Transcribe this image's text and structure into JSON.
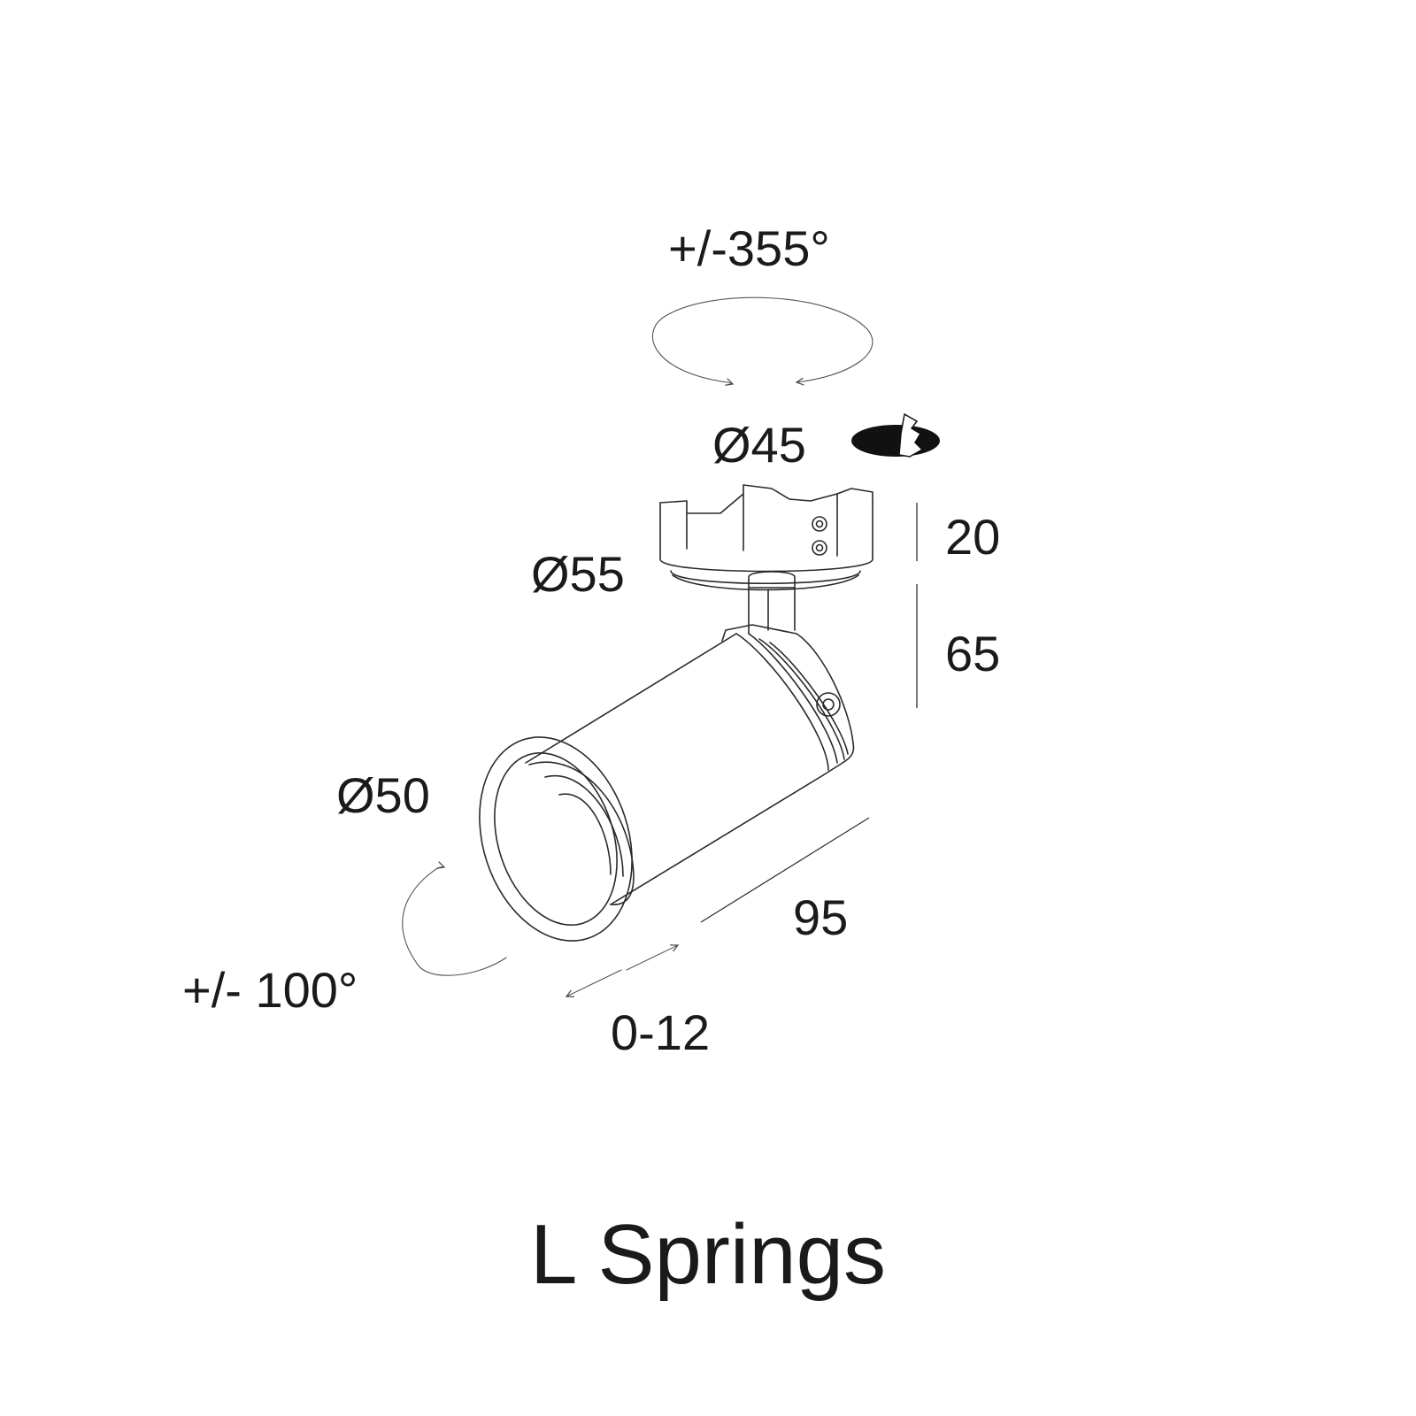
{
  "title": "L Springs",
  "labels": {
    "rotation_pan": "+/-355°",
    "cutout_diameter": "Ø45",
    "base_diameter": "Ø55",
    "head_diameter": "Ø50",
    "base_height": "20",
    "arm_height": "65",
    "head_length": "95",
    "tilt": "+/- 100°",
    "focus_travel": "0-12"
  },
  "colors": {
    "stroke": "#2a2a2a",
    "text": "#1a1a1a",
    "background": "#ffffff"
  },
  "icons": [
    "recessed-ceiling-icon"
  ]
}
